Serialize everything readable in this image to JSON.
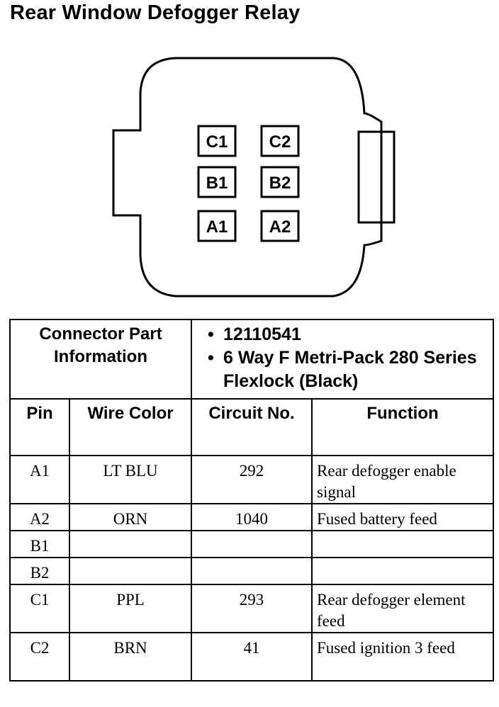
{
  "title": "Rear Window Defogger Relay",
  "connector": {
    "pins": [
      "C1",
      "C2",
      "B1",
      "B2",
      "A1",
      "A2"
    ]
  },
  "part_info": {
    "label": "Connector Part Information",
    "part_number": "12110541",
    "description": "6 Way F Metri-Pack 280 Series Flexlock (Black)"
  },
  "columns": {
    "pin": "Pin",
    "wire_color": "Wire Color",
    "circuit_no": "Circuit No.",
    "function": "Function"
  },
  "rows": [
    {
      "pin": "A1",
      "wire_color": "LT BLU",
      "circuit": "292",
      "function": "Rear defogger enable signal"
    },
    {
      "pin": "A2",
      "wire_color": "ORN",
      "circuit": "1040",
      "function": "Fused battery feed"
    },
    {
      "pin": "B1",
      "wire_color": "",
      "circuit": "",
      "function": ""
    },
    {
      "pin": "B2",
      "wire_color": "",
      "circuit": "",
      "function": ""
    },
    {
      "pin": "C1",
      "wire_color": "PPL",
      "circuit": "293",
      "function": "Rear defogger element feed"
    },
    {
      "pin": "C2",
      "wire_color": "BRN",
      "circuit": "41",
      "function": "Fused ignition 3 feed"
    }
  ]
}
